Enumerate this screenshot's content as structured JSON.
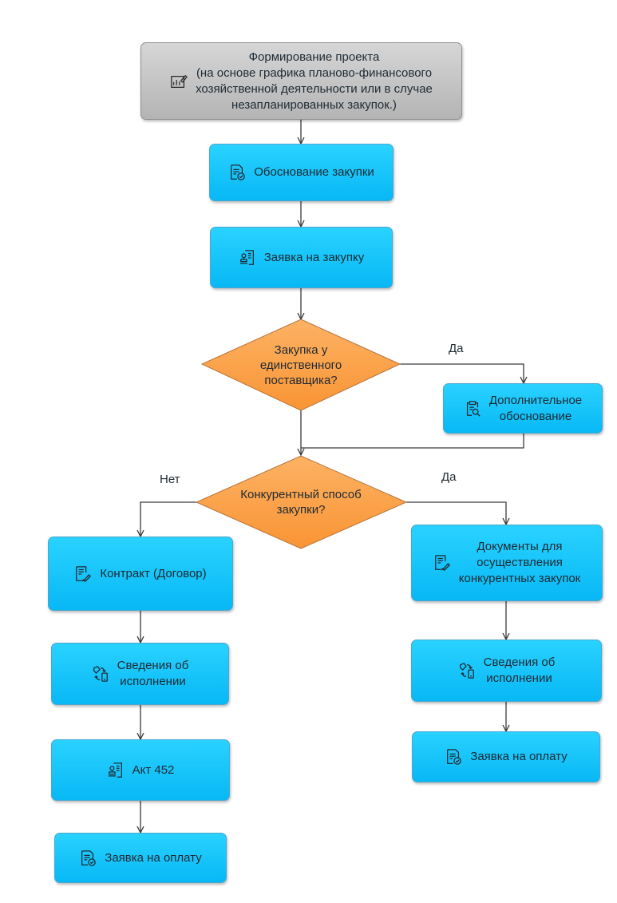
{
  "nodes": {
    "project": {
      "title": "Формирование проекта",
      "line1": "(на основе графика планово-финансового",
      "line2": "хозяйственной деятельности или в случае",
      "line3": "незапланированных закупок.)",
      "icon": "chart-document-icon"
    },
    "justification": {
      "label": "Обоснование закупки",
      "icon": "document-check-icon"
    },
    "request": {
      "label": "Заявка на закупку",
      "icon": "stamp-document-icon"
    },
    "single_supplier": {
      "line1": "Закупка у",
      "line2": "единственного",
      "line3": "поставщика?"
    },
    "additional": {
      "line1": "Дополнительное",
      "line2": "обоснование",
      "icon": "clipboard-search-icon"
    },
    "competitive": {
      "line1": "Конкурентный способ",
      "line2": "закупки?"
    },
    "contract": {
      "label": "Контракт (Договор)",
      "icon": "signed-document-icon"
    },
    "execution_left": {
      "line1": "Сведения об",
      "line2": "исполнении",
      "icon": "exchange-device-icon"
    },
    "act": {
      "label": "Акт 452",
      "icon": "stamp-document-icon"
    },
    "payment_left": {
      "label": "Заявка на оплату",
      "icon": "document-check-icon"
    },
    "competitive_docs": {
      "line1": "Документы для",
      "line2": "осуществления",
      "line3": "конкурентных закупок",
      "icon": "signed-document-icon"
    },
    "execution_right": {
      "line1": "Сведения об",
      "line2": "исполнении",
      "icon": "exchange-device-icon"
    },
    "payment_right": {
      "label": "Заявка на оплату",
      "icon": "document-check-icon"
    }
  },
  "branches": {
    "single_yes": "Да",
    "competitive_no": "Нет",
    "competitive_yes": "Да"
  },
  "colors": {
    "process_fill": "#16c3f9",
    "start_fill": "#c4c4c4",
    "decision_fill": "#fba24c",
    "connector": "#3a3a3a"
  }
}
